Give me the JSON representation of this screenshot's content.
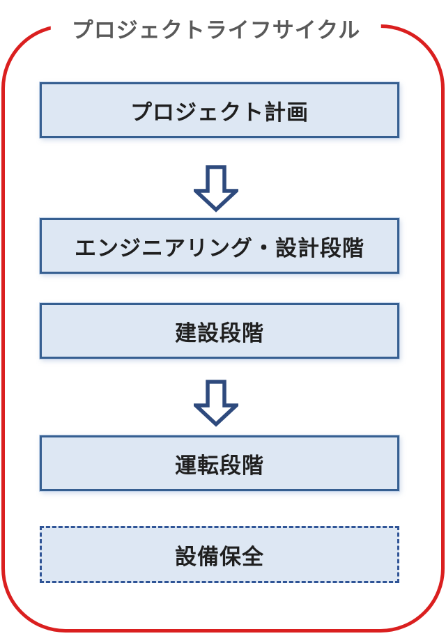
{
  "diagram": {
    "title": "プロジェクトライフサイクル",
    "boxes": [
      {
        "label": "プロジェクト計画",
        "border_style": "solid"
      },
      {
        "label": "エンジニアリング・設計段階",
        "border_style": "solid"
      },
      {
        "label": "建設段階",
        "border_style": "solid"
      },
      {
        "label": "運転段階",
        "border_style": "solid"
      },
      {
        "label": "設備保全",
        "border_style": "dashed"
      }
    ],
    "arrows": [
      {
        "name": "down-arrow",
        "from": "プロジェクト計画",
        "to": "エンジニアリング・設計段階"
      },
      {
        "name": "down-arrow",
        "from": "建設段階",
        "to": "運転段階"
      }
    ],
    "colors": {
      "frame_red": "#da1f1f",
      "box_fill": "#dde7f3",
      "box_border": "#365f91",
      "dashed_border": "#2f5496",
      "arrow_outline": "#2e4a7d",
      "title_text": "#595959",
      "box_text": "#1f1f1f"
    }
  }
}
